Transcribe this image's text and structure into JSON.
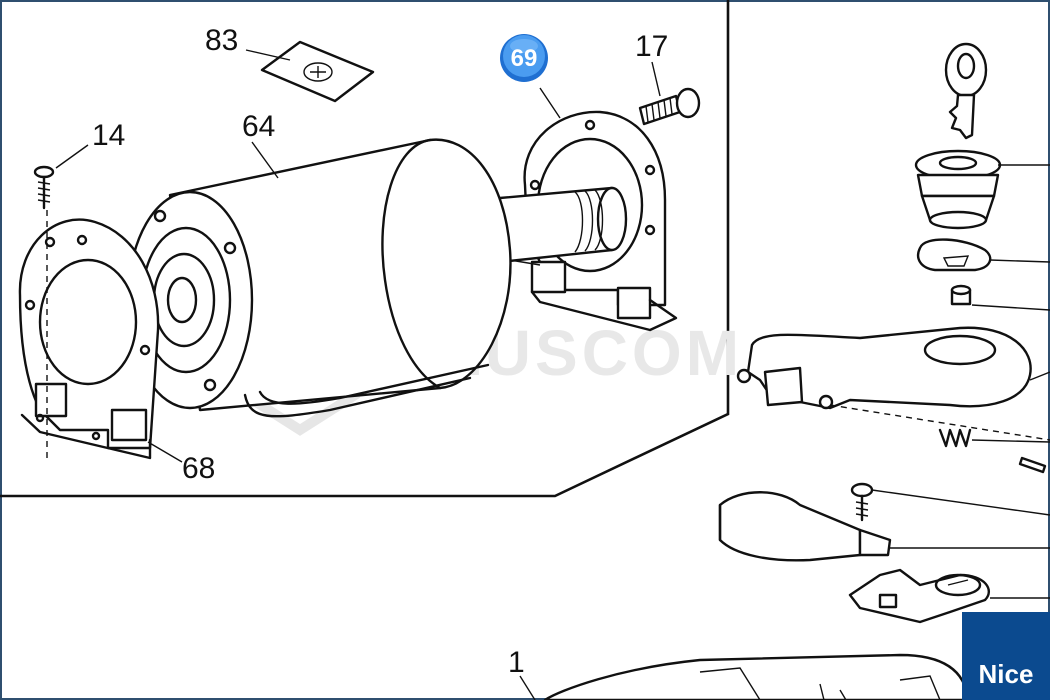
{
  "diagram": {
    "part_labels": {
      "p83": "83",
      "p17": "17",
      "p14": "14",
      "p64": "64",
      "p68": "68",
      "p1": "1"
    },
    "highlight_badge": "69",
    "watermark": "PLUSCOM",
    "brand_logo": "Nice",
    "colors": {
      "badge": "#3b8ee8",
      "brand": "#0b4a8f",
      "panel_border": "#2f4f6f"
    }
  }
}
